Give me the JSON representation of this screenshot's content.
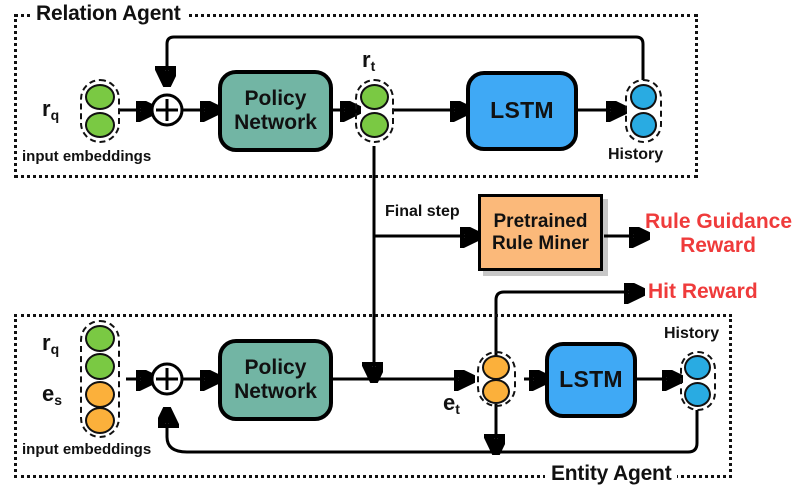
{
  "diagram": {
    "title": "Relation Agent / Entity Agent reinforcement learning architecture",
    "colors": {
      "policy_network_fill": "#72b5a4",
      "lstm_fill": "#3fa9f5",
      "rule_miner_fill": "#fbb97a",
      "green_dot": "#7ac943",
      "orange_dot": "#fbb03b",
      "blue_dot": "#29abe2",
      "reward_text": "#ef3b3b",
      "stroke": "#000000",
      "background": "#ffffff"
    }
  },
  "relation_agent": {
    "title": "Relation Agent",
    "input_label": "r",
    "input_sub": "q",
    "input_caption": "input embeddings",
    "policy_line1": "Policy",
    "policy_line2": "Network",
    "state_label": "r",
    "state_sub": "t",
    "lstm_label": "LSTM",
    "history_caption": "History"
  },
  "middle": {
    "final_step_label": "Final step",
    "rule_miner_line1": "Pretrained",
    "rule_miner_line2": "Rule Miner",
    "rule_guidance_line1": "Rule Guidance",
    "rule_guidance_line2": "Reward",
    "hit_reward_label": "Hit Reward"
  },
  "entity_agent": {
    "title": "Entity Agent",
    "input_label_1": "r",
    "input_sub_1": "q",
    "input_label_2": "e",
    "input_sub_2": "s",
    "input_caption": "input embeddings",
    "policy_line1": "Policy",
    "policy_line2": "Network",
    "state_label": "e",
    "state_sub": "t",
    "lstm_label": "LSTM",
    "history_caption": "History"
  }
}
